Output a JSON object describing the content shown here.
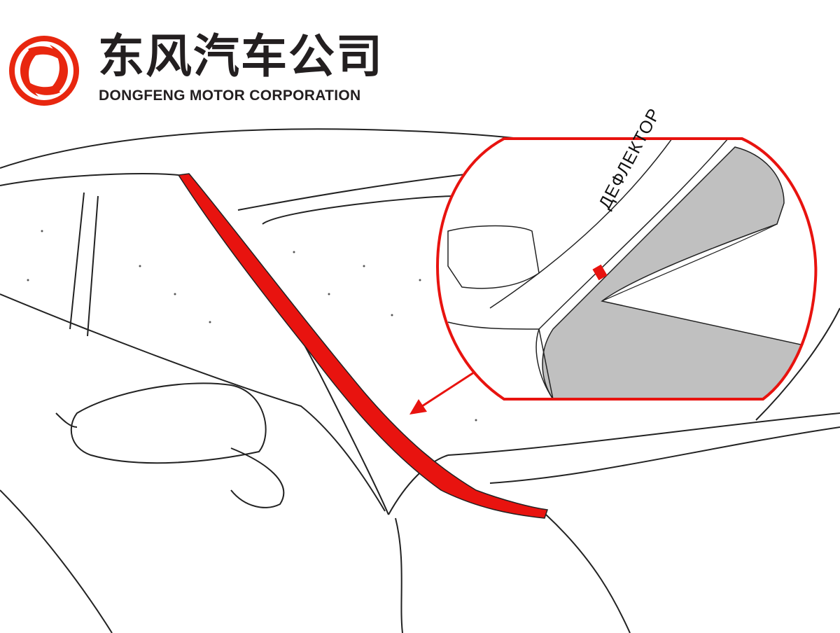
{
  "logo": {
    "name_cn": "东风汽车公司",
    "name_en": "DONGFENG MOTOR CORPORATION",
    "brand_color": "#e8270f"
  },
  "inset": {
    "label": "ДЕФЛЕКТОР",
    "highlight_color": "#e8130f",
    "deflector_fill": "#c0c0c0"
  }
}
